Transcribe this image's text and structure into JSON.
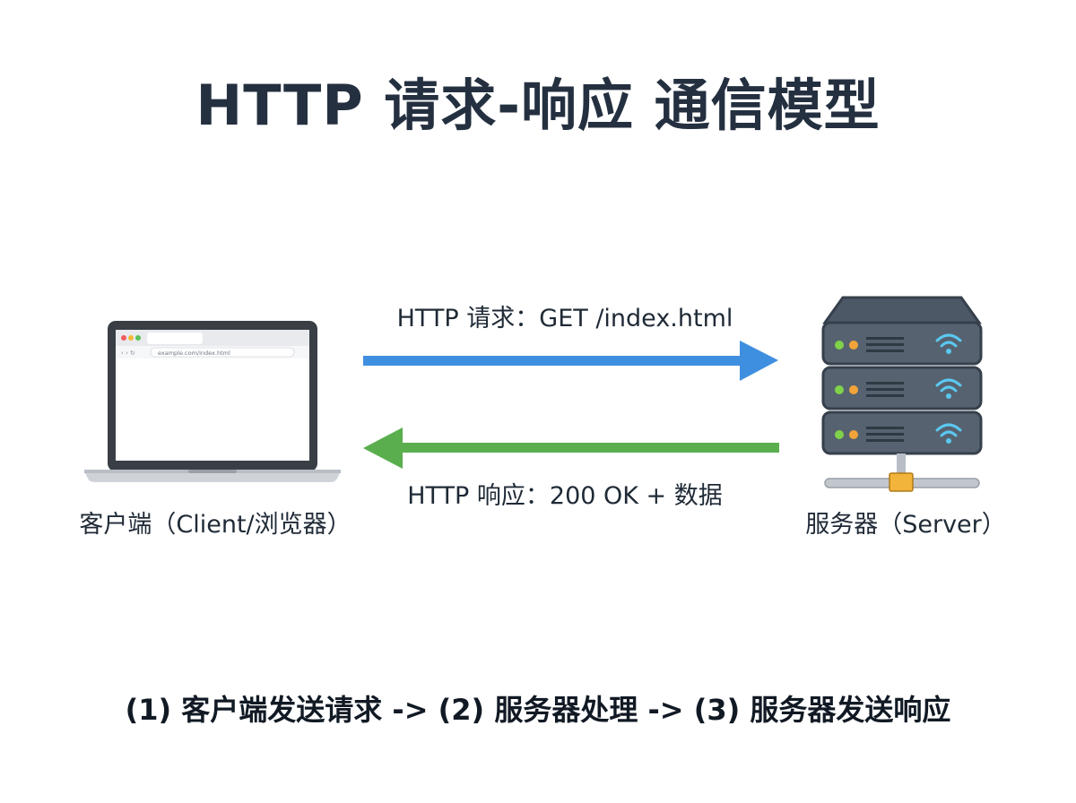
{
  "title": "HTTP 请求-响应 通信模型",
  "request": {
    "label": "HTTP 请求：GET /index.html",
    "color": "#3f8fe0"
  },
  "response": {
    "label": "HTTP 响应：200 OK + 数据",
    "color": "#5aae4e"
  },
  "client": {
    "label": "客户端（Client/浏览器）",
    "icon": "laptop-browser-icon",
    "address_bar": "example.com/index.html"
  },
  "server": {
    "label": "服务器（Server）",
    "icon": "server-rack-icon"
  },
  "footer": "(1) 客户端发送请求 -> (2) 服务器处理 -> (3) 服务器发送响应"
}
